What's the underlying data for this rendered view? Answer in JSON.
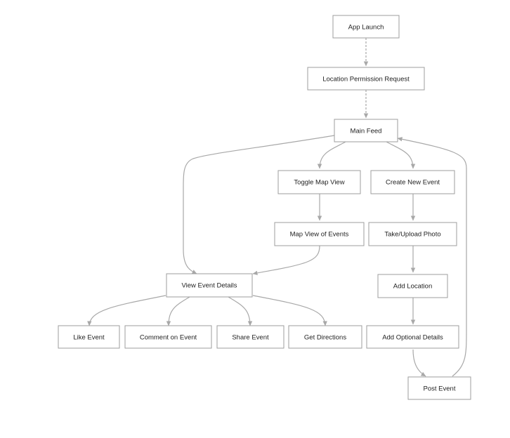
{
  "colors": {
    "node_border": "#9e9e9e",
    "edge": "#a8a8a8",
    "text": "#222222",
    "background": "#ffffff"
  },
  "nodes": {
    "app_launch": "App Launch",
    "location_permission": "Location Permission Request",
    "main_feed": "Main Feed",
    "toggle_map_view": "Toggle Map View",
    "create_new_event": "Create New Event",
    "map_view_of_events": "Map View of Events",
    "take_upload_photo": "Take/Upload Photo",
    "view_event_details": "View Event Details",
    "add_location": "Add Location",
    "like_event": "Like Event",
    "comment_on_event": "Comment on Event",
    "share_event": "Share Event",
    "get_directions": "Get Directions",
    "add_optional_details": "Add Optional Details",
    "post_event": "Post Event"
  },
  "edges": [
    {
      "from": "app_launch",
      "to": "location_permission",
      "style": "dashed"
    },
    {
      "from": "location_permission",
      "to": "main_feed",
      "style": "dashed"
    },
    {
      "from": "main_feed",
      "to": "toggle_map_view",
      "style": "solid"
    },
    {
      "from": "main_feed",
      "to": "create_new_event",
      "style": "solid"
    },
    {
      "from": "main_feed",
      "to": "view_event_details",
      "style": "solid"
    },
    {
      "from": "toggle_map_view",
      "to": "map_view_of_events",
      "style": "solid"
    },
    {
      "from": "map_view_of_events",
      "to": "view_event_details",
      "style": "solid"
    },
    {
      "from": "create_new_event",
      "to": "take_upload_photo",
      "style": "solid"
    },
    {
      "from": "take_upload_photo",
      "to": "add_location",
      "style": "solid"
    },
    {
      "from": "add_location",
      "to": "add_optional_details",
      "style": "solid"
    },
    {
      "from": "add_optional_details",
      "to": "post_event",
      "style": "solid"
    },
    {
      "from": "post_event",
      "to": "main_feed",
      "style": "solid"
    },
    {
      "from": "view_event_details",
      "to": "like_event",
      "style": "solid"
    },
    {
      "from": "view_event_details",
      "to": "comment_on_event",
      "style": "solid"
    },
    {
      "from": "view_event_details",
      "to": "share_event",
      "style": "solid"
    },
    {
      "from": "view_event_details",
      "to": "get_directions",
      "style": "solid"
    }
  ]
}
